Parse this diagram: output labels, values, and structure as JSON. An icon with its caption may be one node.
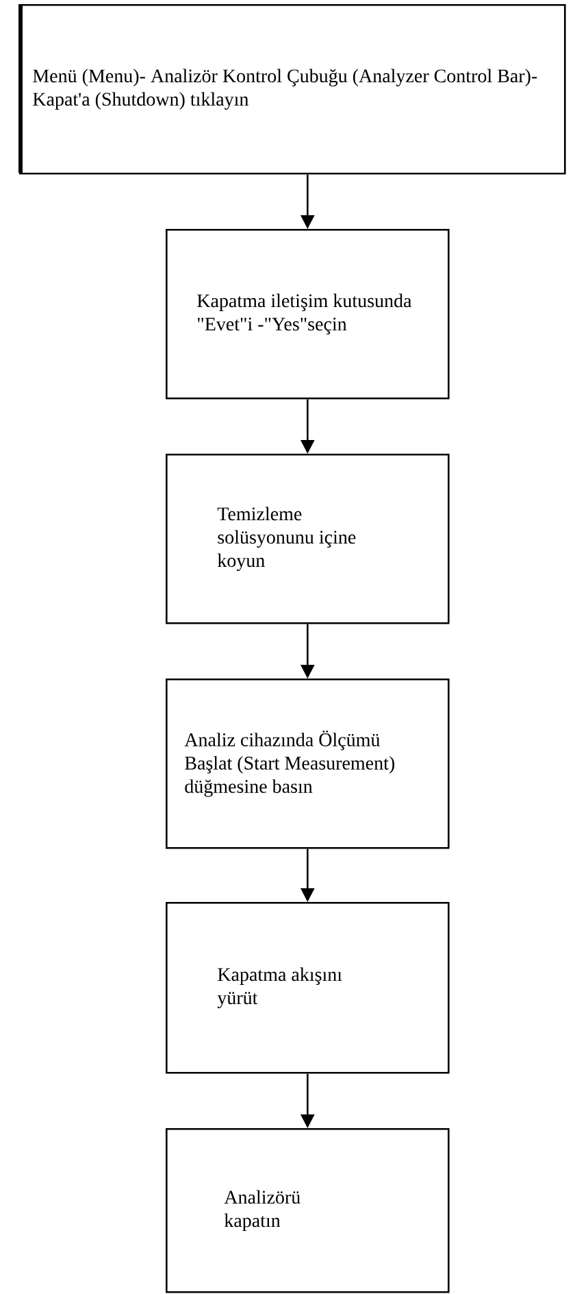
{
  "diagram": {
    "nodes": [
      {
        "text": [
          "Menü (Menu)- Analizör Kontrol Çubuğu (Analyzer Control Bar)- Kapat'a (Shutdown) tıklayın"
        ]
      },
      {
        "text": [
          "Kapatma iletişim kutusunda \"Evet\"i -\"Yes\"seçin"
        ]
      },
      {
        "text": [
          "Temizleme solüsyonunu içine koyun"
        ]
      },
      {
        "text": [
          "Analiz cihazında Ölçümü Başlat (Start Measurement) düğmesine basın"
        ]
      },
      {
        "text": [
          "Kapatma akışını yürüt"
        ]
      },
      {
        "text": [
          "Analizörü kapatın"
        ]
      }
    ],
    "edges": [
      {
        "from": 0,
        "to": 1,
        "arrow": "to"
      },
      {
        "from": 1,
        "to": 2,
        "arrow": "to"
      },
      {
        "from": 2,
        "to": 3,
        "arrow": "to"
      },
      {
        "from": 3,
        "to": 4,
        "arrow": "to"
      },
      {
        "from": 4,
        "to": 5,
        "arrow": "to"
      }
    ]
  }
}
